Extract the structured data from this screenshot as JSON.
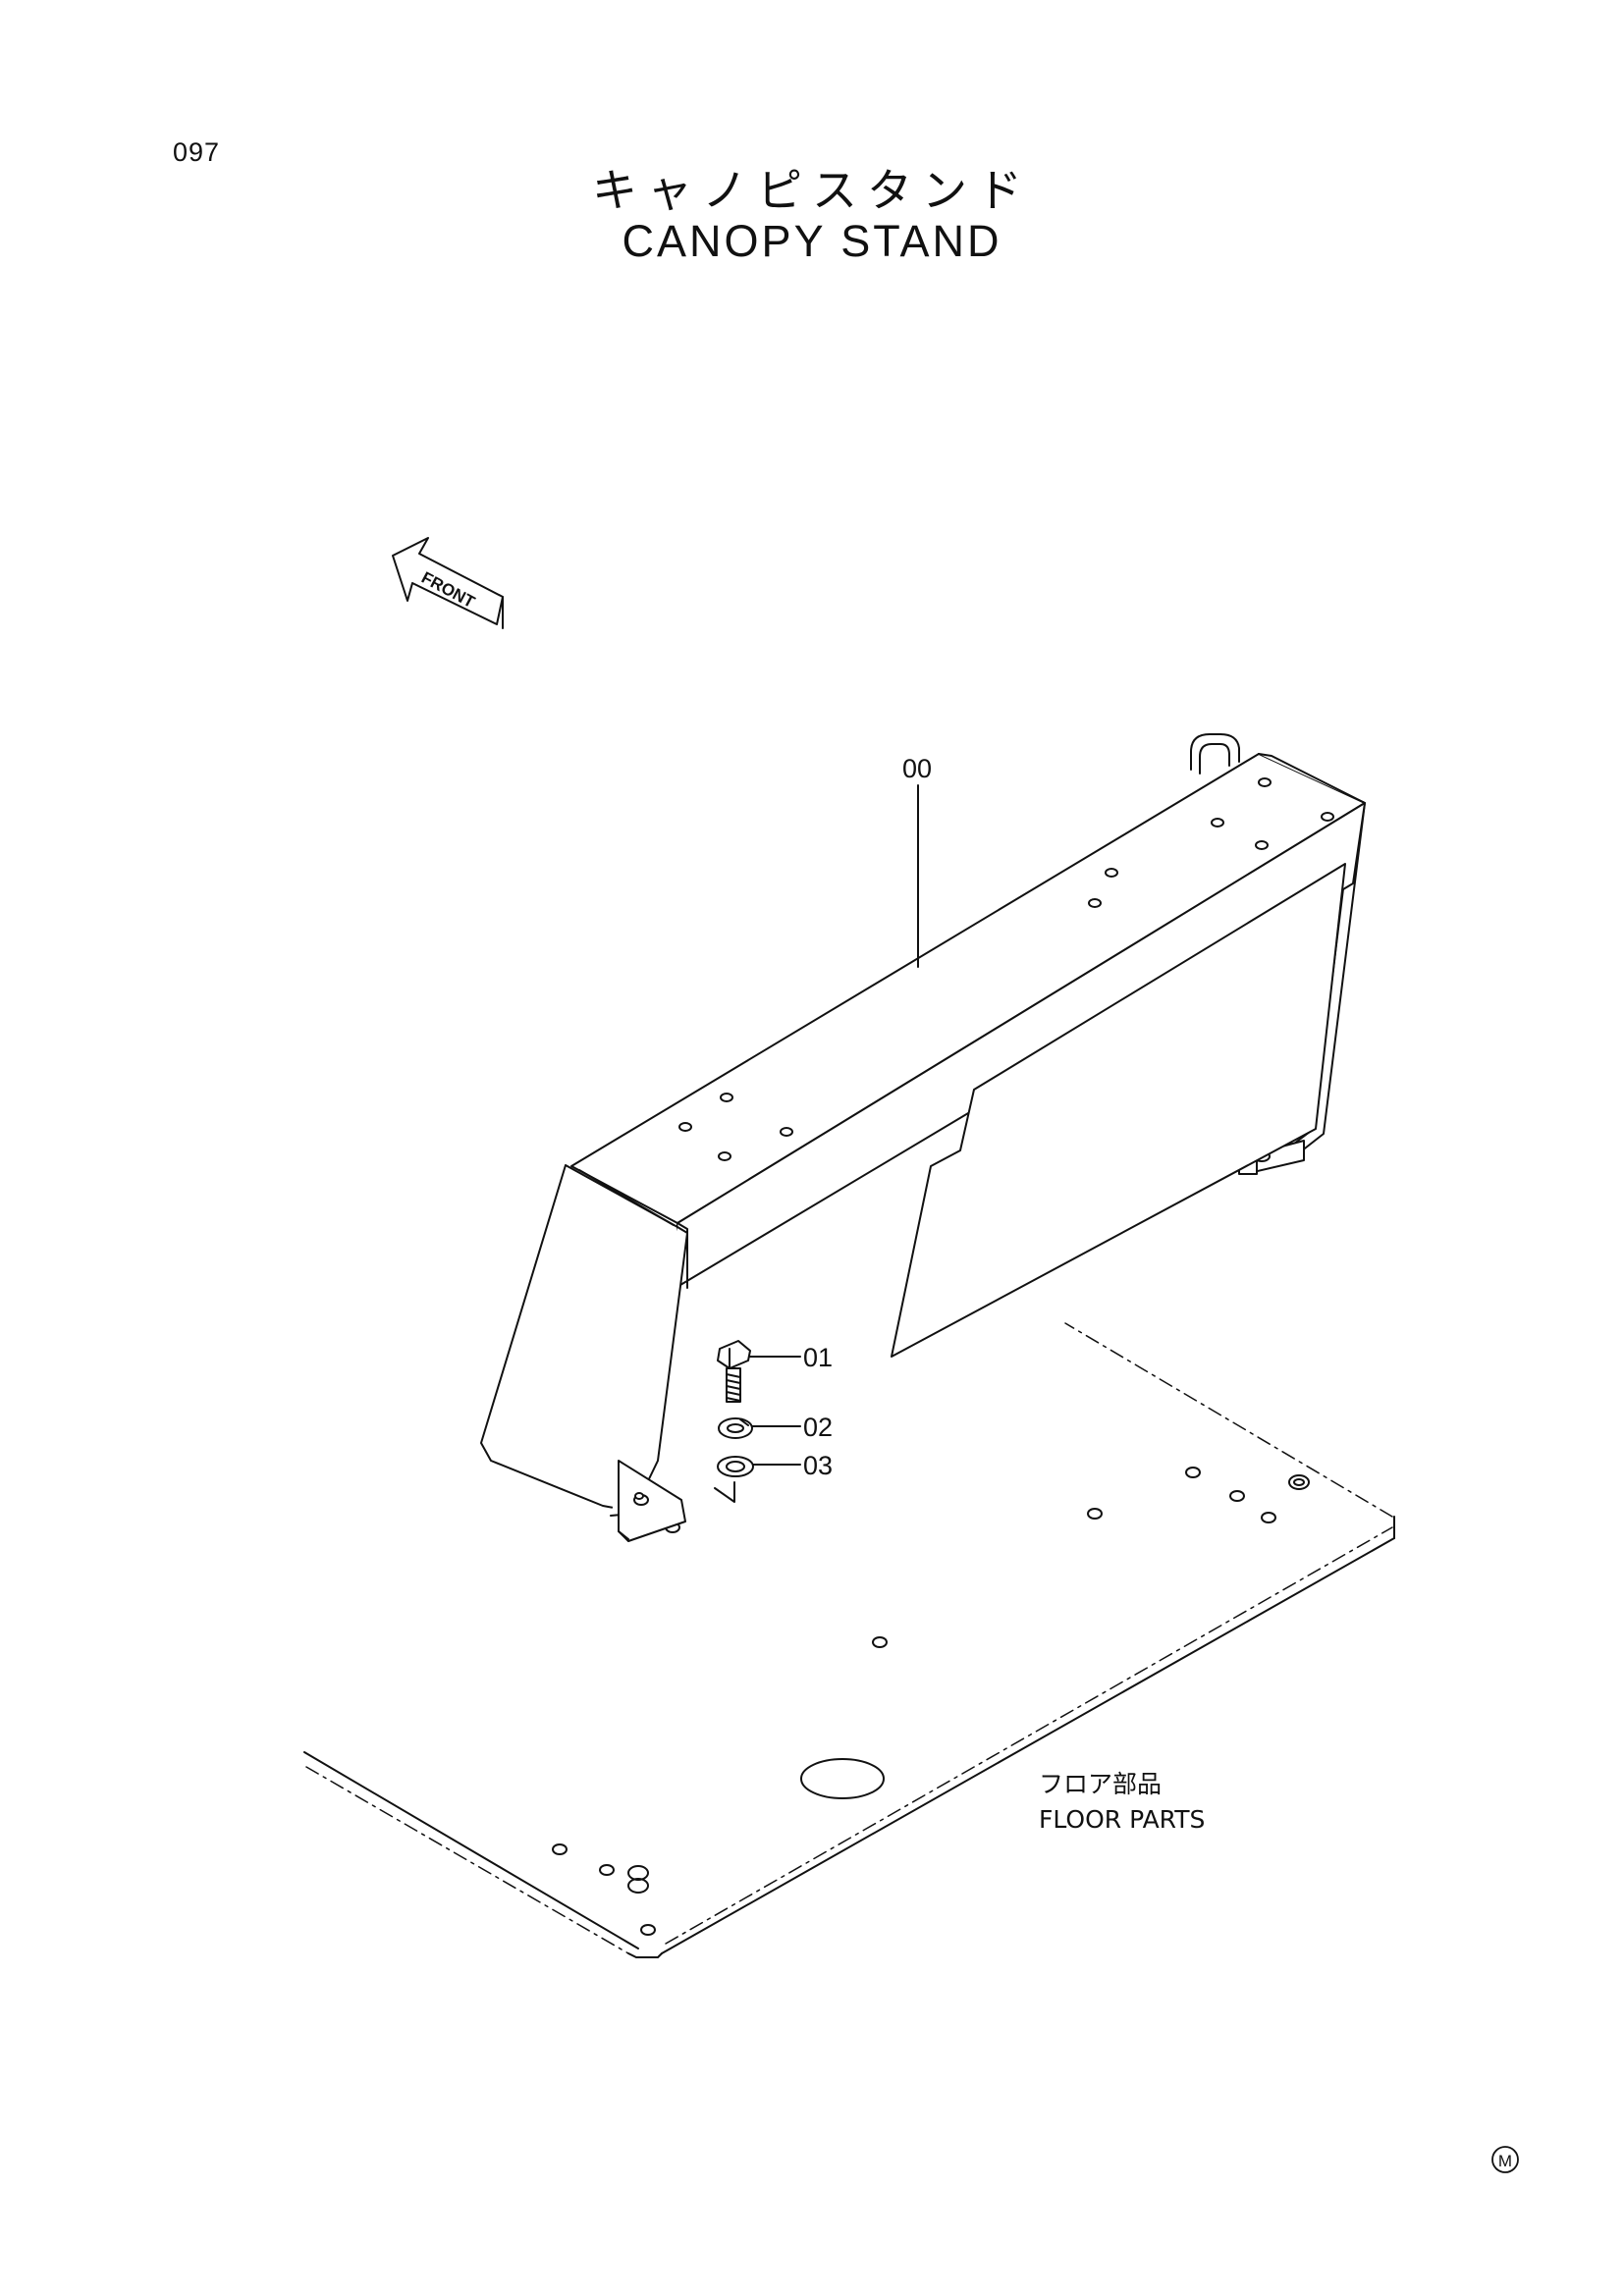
{
  "header": {
    "page_number": "097",
    "title_jp": "キャノピスタンド",
    "title_en": "CANOPY STAND"
  },
  "direction": {
    "label": "FRONT"
  },
  "callouts": {
    "part_00": "00",
    "part_01": "01",
    "part_02": "02",
    "part_03": "03"
  },
  "reference": {
    "label_jp": "フロア部品",
    "label_en": "FLOOR PARTS"
  },
  "footer": {
    "mark": "M"
  }
}
